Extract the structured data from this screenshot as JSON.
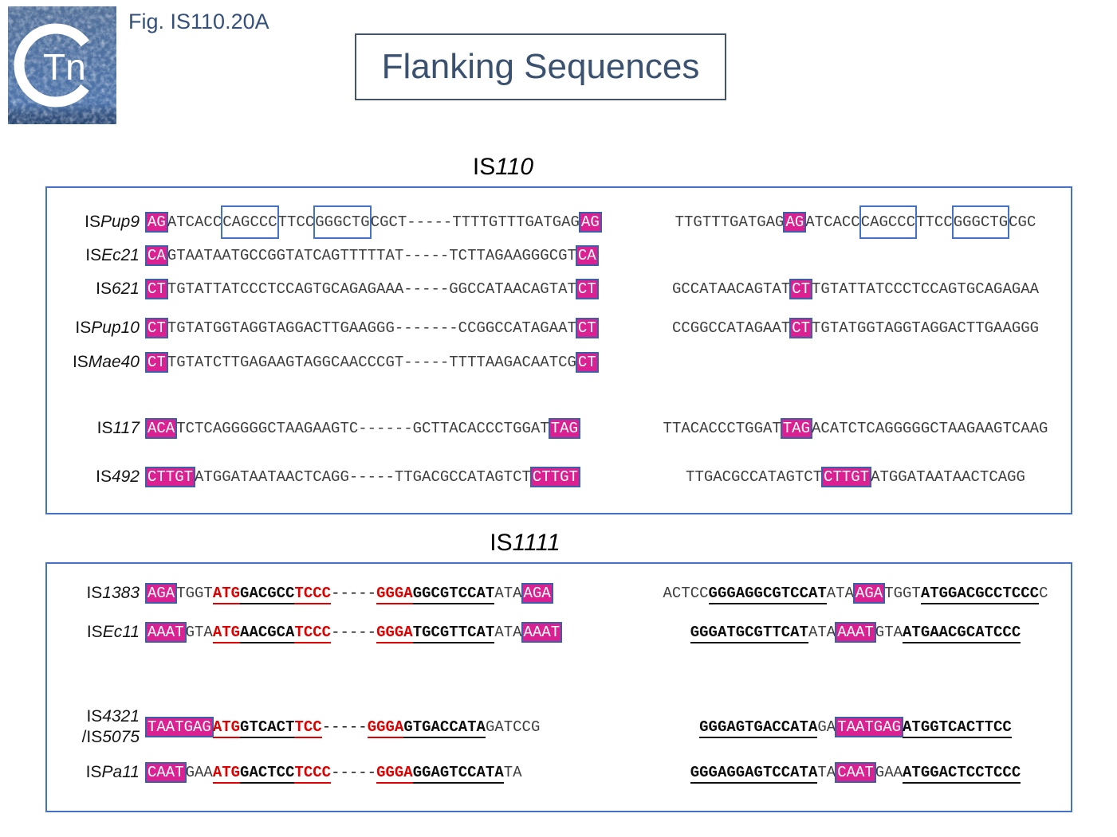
{
  "header": {
    "fig_label": "Fig. IS110.20A",
    "title": "Flanking Sequences",
    "logo_letter": "C",
    "logo_text": "Tn"
  },
  "colors": {
    "highlight": "#DB2191",
    "highlight_border": "#3D5FA8",
    "box_border": "#4472C4",
    "panel_border": "#4472C4",
    "red": "#E00000",
    "heading_blue": "#3A5170"
  },
  "sections": [
    {
      "heading": [
        {
          "t": "IS",
          "i": false
        },
        {
          "t": "110",
          "i": true
        }
      ],
      "rows": [
        {
          "label": [
            [
              {
                "t": "IS",
                "i": false
              },
              {
                "t": "Pup9",
                "i": true
              }
            ]
          ],
          "left": [
            {
              "s": "h",
              "t": "AG"
            },
            {
              "s": "p",
              "t": "ATCACC"
            },
            {
              "s": "b",
              "t": "CAGCCC"
            },
            {
              "s": "p",
              "t": "TTCC"
            },
            {
              "s": "b",
              "t": "GGGCTG"
            },
            {
              "s": "p",
              "t": "CGCT-----TTTTGTTTGATGAG"
            },
            {
              "s": "h",
              "t": "AG"
            }
          ],
          "right": [
            {
              "s": "p",
              "t": "TTGTTTGATGAG"
            },
            {
              "s": "h",
              "t": "AG"
            },
            {
              "s": "p",
              "t": "ATCACC"
            },
            {
              "s": "b",
              "t": "CAGCCC"
            },
            {
              "s": "p",
              "t": "TTCC"
            },
            {
              "s": "b",
              "t": "GGGCTG"
            },
            {
              "s": "p",
              "t": "CGC"
            }
          ]
        },
        {
          "label": [
            [
              {
                "t": "IS",
                "i": false
              },
              {
                "t": "Ec21",
                "i": true
              }
            ]
          ],
          "left": [
            {
              "s": "h",
              "t": "CA"
            },
            {
              "s": "p",
              "t": "GTAATAATGCCGGTATCAGTTTTTAT-----TCTTAGAAGGGCGT"
            },
            {
              "s": "h",
              "t": "CA"
            }
          ],
          "right": []
        },
        {
          "label": [
            [
              {
                "t": "IS",
                "i": false
              },
              {
                "t": "621",
                "i": true
              }
            ]
          ],
          "left": [
            {
              "s": "h",
              "t": "CT"
            },
            {
              "s": "p",
              "t": "TGTATTATCCCTCCAGTGCAGAGAAA-----GGCCATAACAGTAT"
            },
            {
              "s": "h",
              "t": "CT"
            }
          ],
          "right": [
            {
              "s": "p",
              "t": "GCCATAACAGTAT"
            },
            {
              "s": "h",
              "t": "CT"
            },
            {
              "s": "p",
              "t": "TGTATTATCCCTCCAGTGCAGAGAA"
            }
          ]
        },
        {
          "label": [
            [
              {
                "t": "IS",
                "i": false
              },
              {
                "t": "Pup10",
                "i": true
              }
            ]
          ],
          "left": [
            {
              "s": "h",
              "t": "CT"
            },
            {
              "s": "p",
              "t": "TGTATGGTAGGTAGGACTTGAAGGG-------CCGGCCATAGAAT"
            },
            {
              "s": "h",
              "t": "CT"
            }
          ],
          "right": [
            {
              "s": "p",
              "t": "CCGGCCATAGAAT"
            },
            {
              "s": "h",
              "t": "CT"
            },
            {
              "s": "p",
              "t": "TGTATGGTAGGTAGGACTTGAAGGG"
            }
          ]
        },
        {
          "label": [
            [
              {
                "t": "IS",
                "i": false
              },
              {
                "t": "Mae40",
                "i": true
              }
            ]
          ],
          "left": [
            {
              "s": "h",
              "t": "CT"
            },
            {
              "s": "p",
              "t": "TGTATCTTGAGAAGTAGGCAACCCGT-----TTTTAAGACAATCG"
            },
            {
              "s": "h",
              "t": "CT"
            }
          ],
          "right": []
        },
        {
          "label": [
            [
              {
                "t": "IS",
                "i": false
              },
              {
                "t": "117",
                "i": true
              }
            ]
          ],
          "left": [
            {
              "s": "h",
              "t": "ACA"
            },
            {
              "s": "p",
              "t": "TCTCAGGGGGCTAAGAAGTC------GCTTACACCCTGGAT"
            },
            {
              "s": "h",
              "t": "TAG"
            }
          ],
          "right": [
            {
              "s": "p",
              "t": "TTACACCCTGGAT"
            },
            {
              "s": "h",
              "t": "TAG"
            },
            {
              "s": "p",
              "t": "ACATCTCAGGGGGCTAAGAAGTCAAG"
            }
          ]
        },
        {
          "label": [
            [
              {
                "t": "IS",
                "i": false
              },
              {
                "t": "492",
                "i": true
              }
            ]
          ],
          "left": [
            {
              "s": "h",
              "t": "CTTGT"
            },
            {
              "s": "p",
              "t": "ATGGATAATAACTCAGG-----TTGACGCCATAGTCT"
            },
            {
              "s": "h",
              "t": "CTTGT"
            }
          ],
          "right": [
            {
              "s": "p",
              "t": "TTGACGCCATAGTCT"
            },
            {
              "s": "h",
              "t": "CTTGT"
            },
            {
              "s": "p",
              "t": "ATGGATAATAACTCAGG"
            }
          ]
        }
      ]
    },
    {
      "heading": [
        {
          "t": "IS",
          "i": false
        },
        {
          "t": "1111",
          "i": true
        }
      ],
      "rows": [
        {
          "label": [
            [
              {
                "t": "IS",
                "i": false
              },
              {
                "t": "1383",
                "i": true
              }
            ]
          ],
          "left": [
            {
              "s": "h",
              "t": "AGA"
            },
            {
              "s": "p",
              "t": "TGGT"
            },
            {
              "s": "r",
              "t": "ATG"
            },
            {
              "s": "k",
              "t": "GACGCC"
            },
            {
              "s": "r",
              "t": "TCCC"
            },
            {
              "s": "d",
              "t": "-----"
            },
            {
              "s": "r",
              "t": "GGGA"
            },
            {
              "s": "k",
              "t": "GGCGTCCAT"
            },
            {
              "s": "p",
              "t": "ATA"
            },
            {
              "s": "h",
              "t": "AGA"
            }
          ],
          "right": [
            {
              "s": "p",
              "t": "ACTCC"
            },
            {
              "s": "k",
              "t": "GGGAGGCGTCCAT"
            },
            {
              "s": "p",
              "t": "ATA"
            },
            {
              "s": "h",
              "t": "AGA"
            },
            {
              "s": "p",
              "t": "TGGT"
            },
            {
              "s": "k",
              "t": "ATGGACGCCTCCC"
            },
            {
              "s": "p",
              "t": "C"
            }
          ]
        },
        {
          "label": [
            [
              {
                "t": "IS",
                "i": false
              },
              {
                "t": "Ec11",
                "i": true
              }
            ]
          ],
          "left": [
            {
              "s": "h",
              "t": "AAAT"
            },
            {
              "s": "p",
              "t": "GTA"
            },
            {
              "s": "r",
              "t": "ATG"
            },
            {
              "s": "k",
              "t": "AACGCA"
            },
            {
              "s": "r",
              "t": "TCCC"
            },
            {
              "s": "d",
              "t": "-----"
            },
            {
              "s": "r",
              "t": "GGGA"
            },
            {
              "s": "k",
              "t": "TGCGTTCAT"
            },
            {
              "s": "p",
              "t": "ATA"
            },
            {
              "s": "h",
              "t": "AAAT"
            }
          ],
          "right": [
            {
              "s": "k",
              "t": "GGGATGCGTTCAT"
            },
            {
              "s": "p",
              "t": "ATA"
            },
            {
              "s": "h",
              "t": "AAAT"
            },
            {
              "s": "p",
              "t": "GTA"
            },
            {
              "s": "k",
              "t": "ATGAACGCATCCC"
            }
          ]
        },
        {
          "label": [
            [
              {
                "t": "IS",
                "i": false
              },
              {
                "t": "4321",
                "i": true
              }
            ],
            [
              {
                "t": "/IS",
                "i": false
              },
              {
                "t": "5075",
                "i": true
              }
            ]
          ],
          "left": [
            {
              "s": "h",
              "t": "TAATGAG"
            },
            {
              "s": "r",
              "t": "ATG"
            },
            {
              "s": "k",
              "t": "GTCACT"
            },
            {
              "s": "r",
              "t": "TCC"
            },
            {
              "s": "d",
              "t": "-----"
            },
            {
              "s": "r",
              "t": "GGGA"
            },
            {
              "s": "k",
              "t": "GTGACCATA"
            },
            {
              "s": "p",
              "t": "GATCCG"
            }
          ],
          "right": [
            {
              "s": "k",
              "t": "GGGAGTGACCATA"
            },
            {
              "s": "p",
              "t": "GA"
            },
            {
              "s": "h",
              "t": "TAATGAG"
            },
            {
              "s": "k",
              "t": "ATGGTCACTTCC"
            }
          ]
        },
        {
          "label": [
            [
              {
                "t": "IS",
                "i": false
              },
              {
                "t": "Pa11",
                "i": true
              }
            ]
          ],
          "left": [
            {
              "s": "h",
              "t": "CAAT"
            },
            {
              "s": "p",
              "t": "GAA"
            },
            {
              "s": "r",
              "t": "ATG"
            },
            {
              "s": "k",
              "t": "GACTCC"
            },
            {
              "s": "r",
              "t": "TCCC"
            },
            {
              "s": "d",
              "t": "-----"
            },
            {
              "s": "r",
              "t": "GGGA"
            },
            {
              "s": "k",
              "t": "GGAGTCCATA"
            },
            {
              "s": "p",
              "t": "TA"
            }
          ],
          "right": [
            {
              "s": "k",
              "t": "GGGAGGAGTCCATA"
            },
            {
              "s": "p",
              "t": "TA"
            },
            {
              "s": "h",
              "t": "CAAT"
            },
            {
              "s": "p",
              "t": "GAA"
            },
            {
              "s": "k",
              "t": "ATGGACTCCTCCC"
            }
          ]
        }
      ]
    }
  ]
}
